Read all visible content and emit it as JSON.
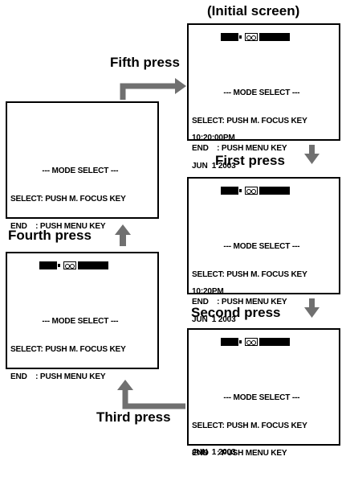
{
  "labels": {
    "initial": "(Initial screen)",
    "first": "First press",
    "second": "Second press",
    "third": "Third press",
    "fourth": "Fourth press",
    "fifth": "Fifth press"
  },
  "menu": {
    "title": "--- MODE SELECT ---",
    "select": "SELECT: PUSH M. FOCUS KEY",
    "end": "END    : PUSH MENU KEY"
  },
  "screens": {
    "initial": {
      "time": "10:20:00PM",
      "date": "JUN  1 2003"
    },
    "first": {
      "time": "10:20PM",
      "date": "JUN  1 2003"
    },
    "second": {
      "date": "JUN  1 2003"
    }
  },
  "colors": {
    "arrow": "#707070",
    "border": "#000000"
  },
  "icons": [
    "battery-icon",
    "cassette-tape-icon",
    "remaining-bar-icon"
  ]
}
